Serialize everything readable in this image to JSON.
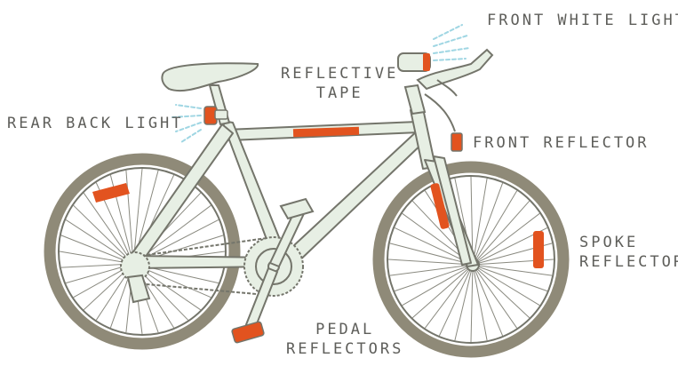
{
  "colors": {
    "frame_fill": "#e7efe4",
    "outline": "#74756b",
    "tire": "#8f8a78",
    "reflector": "#e2531f",
    "light_rays": "#9fd6e3",
    "label_text": "#5e5e5a"
  },
  "labels": {
    "front_white_light": "FRONT WHITE LIGHT",
    "reflective_tape": [
      "REFLECTIVE",
      "TAPE"
    ],
    "rear_back_light": "REAR BACK LIGHT",
    "front_reflector": "FRONT REFLECTOR",
    "spoke_reflectors": [
      "SPOKE",
      "REFLECTORS"
    ],
    "pedal_reflectors": [
      "PEDAL",
      "REFLECTORS"
    ]
  }
}
